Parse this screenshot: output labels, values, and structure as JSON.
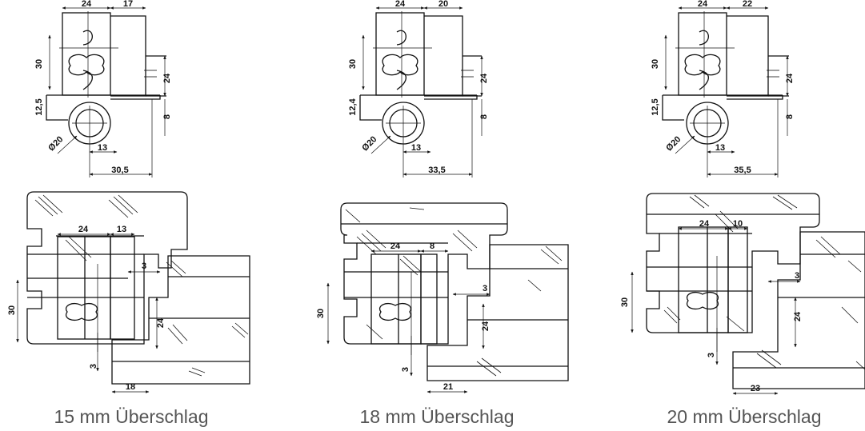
{
  "panels": [
    {
      "caption": "15 mm Überschlag",
      "top": {
        "width_a": "24",
        "width_b": "17",
        "height_leaf": "30",
        "offset_v": "12,5",
        "height_right": "24",
        "pin_offset": "8",
        "diameter": "Ø20",
        "axis_offset": "13",
        "total": "30,5"
      },
      "bottom": {
        "width_a": "24",
        "width_b": "13",
        "gap_top": "3",
        "height_leaf": "30",
        "height_frame": "24",
        "gap_bottom": "3",
        "width_frame": "18"
      }
    },
    {
      "caption": "18 mm Überschlag",
      "top": {
        "width_a": "24",
        "width_b": "20",
        "height_leaf": "30",
        "offset_v": "12,4",
        "height_right": "24",
        "pin_offset": "8",
        "diameter": "Ø20",
        "axis_offset": "13",
        "total": "33,5"
      },
      "bottom": {
        "width_a": "24",
        "width_b": "8",
        "gap_top": "3",
        "height_leaf": "30",
        "height_frame": "24",
        "gap_bottom": "3",
        "width_frame": "21"
      }
    },
    {
      "caption": "20 mm Überschlag",
      "top": {
        "width_a": "24",
        "width_b": "22",
        "height_leaf": "30",
        "offset_v": "12,5",
        "height_right": "24",
        "pin_offset": "8",
        "diameter": "Ø20",
        "axis_offset": "13",
        "total": "35,5"
      },
      "bottom": {
        "width_a": "24",
        "width_b": "10",
        "gap_top": "3",
        "height_leaf": "30",
        "height_frame": "24",
        "gap_bottom": "3",
        "width_frame": "23"
      }
    }
  ]
}
